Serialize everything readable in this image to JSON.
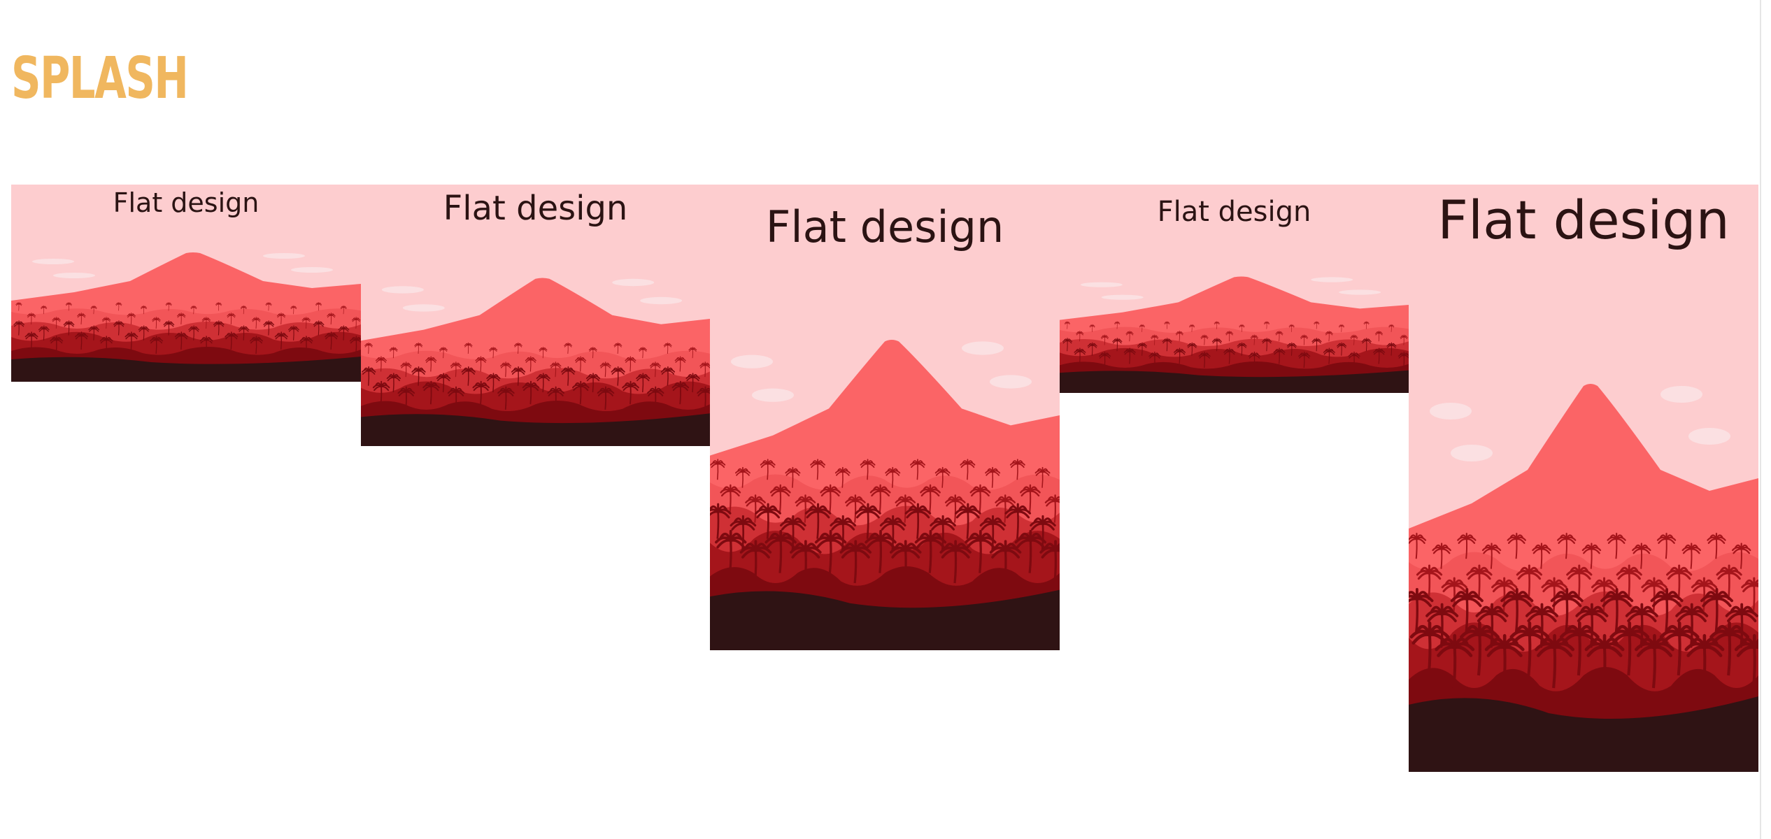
{
  "page": {
    "heading": "SPLASH"
  },
  "colors": {
    "heading": "#f0b75f",
    "sky": "#fdcdcf",
    "cloud": "#fbe0e2",
    "mountain": "#fb6466",
    "hill_light": "#f25558",
    "hill_mid": "#cf3035",
    "hill_dark": "#a5151b",
    "hill_darker": "#7e0a10",
    "ground": "#2f1314",
    "text": "#2b1313"
  },
  "splash_cards": [
    {
      "title": "Flat design",
      "orientation": "landscape-small"
    },
    {
      "title": "Flat design",
      "orientation": "landscape-medium"
    },
    {
      "title": "Flat design",
      "orientation": "portrait-large"
    },
    {
      "title": "Flat design",
      "orientation": "landscape-wide"
    },
    {
      "title": "Flat design",
      "orientation": "portrait-tall"
    }
  ]
}
